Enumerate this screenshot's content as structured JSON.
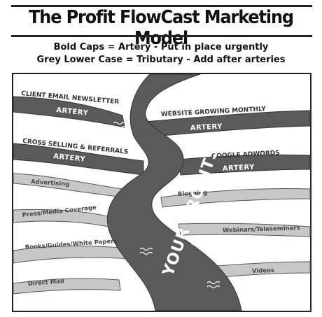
{
  "title": "The Profit FlowCast Marketing Model",
  "subtitle_line1": "Bold Caps = Artery - Put in place urgently",
  "subtitle_line2": "Grey Lower Case = Tributary - Add after arteries",
  "river_label": "YOUR PROFITS",
  "artery_word": "ARTERY",
  "arteries": [
    {
      "label": "CLIENT EMAIL NEWSLETTER"
    },
    {
      "label": "WEBSITE GROWING MONTHLY"
    },
    {
      "label": "CROSS SELLING & REFERRALS"
    },
    {
      "label": "GOOGLE ADWORDS"
    }
  ],
  "tributaries": [
    {
      "label": "Advertising"
    },
    {
      "label": "Blogging"
    },
    {
      "label": "Press/Media Coverage"
    },
    {
      "label": "Webinars/Teleseminars"
    },
    {
      "label": "Books/Guides/White Papers"
    },
    {
      "label": "Videos"
    },
    {
      "label": "Direct Mail"
    }
  ],
  "colors": {
    "river": "#5a5a5a",
    "tributary": "#c8c8c8",
    "frame": "#222222"
  }
}
